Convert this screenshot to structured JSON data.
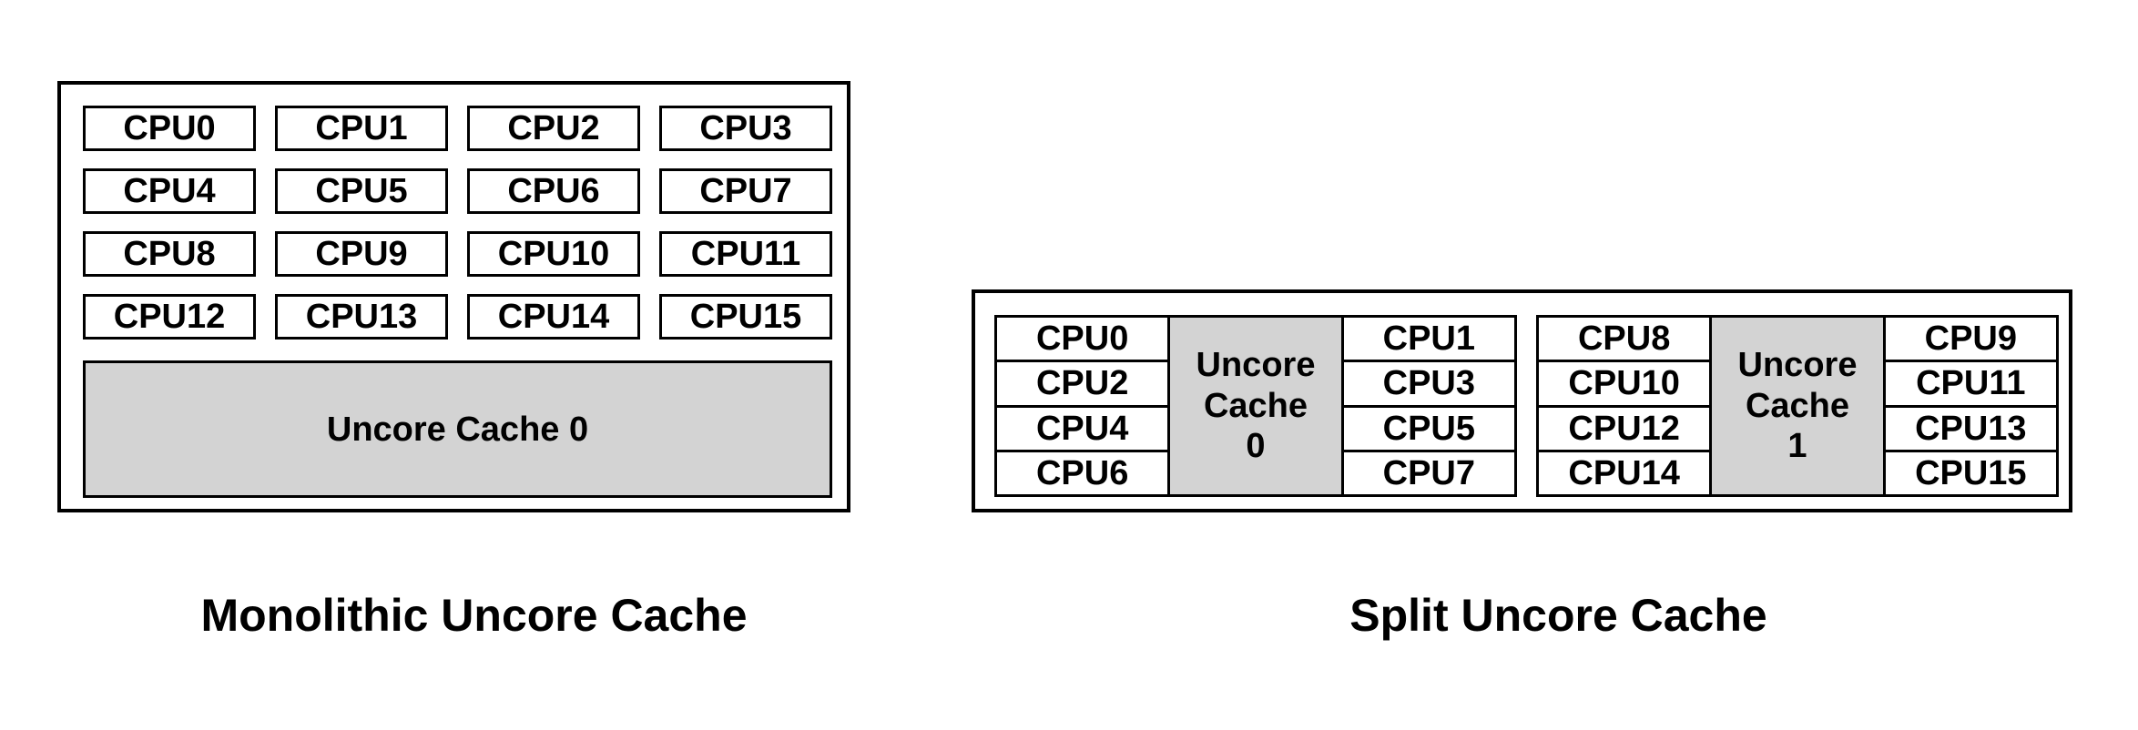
{
  "mono": {
    "title": "Monolithic Uncore Cache",
    "cache_label": "Uncore Cache 0",
    "cpus": [
      "CPU0",
      "CPU1",
      "CPU2",
      "CPU3",
      "CPU4",
      "CPU5",
      "CPU6",
      "CPU7",
      "CPU8",
      "CPU9",
      "CPU10",
      "CPU11",
      "CPU12",
      "CPU13",
      "CPU14",
      "CPU15"
    ]
  },
  "split": {
    "title": "Split Uncore Cache",
    "clusters": [
      {
        "left_cpus": [
          "CPU0",
          "CPU2",
          "CPU4",
          "CPU6"
        ],
        "cache_lines": [
          "Uncore",
          "Cache",
          "0"
        ],
        "right_cpus": [
          "CPU1",
          "CPU3",
          "CPU5",
          "CPU7"
        ]
      },
      {
        "left_cpus": [
          "CPU8",
          "CPU10",
          "CPU12",
          "CPU14"
        ],
        "cache_lines": [
          "Uncore",
          "Cache",
          "1"
        ],
        "right_cpus": [
          "CPU9",
          "CPU11",
          "CPU13",
          "CPU15"
        ]
      }
    ]
  },
  "colors": {
    "cache_fill": "#d3d3d3",
    "border": "#000000",
    "text": "#000000",
    "page_background": "#ffffff"
  }
}
